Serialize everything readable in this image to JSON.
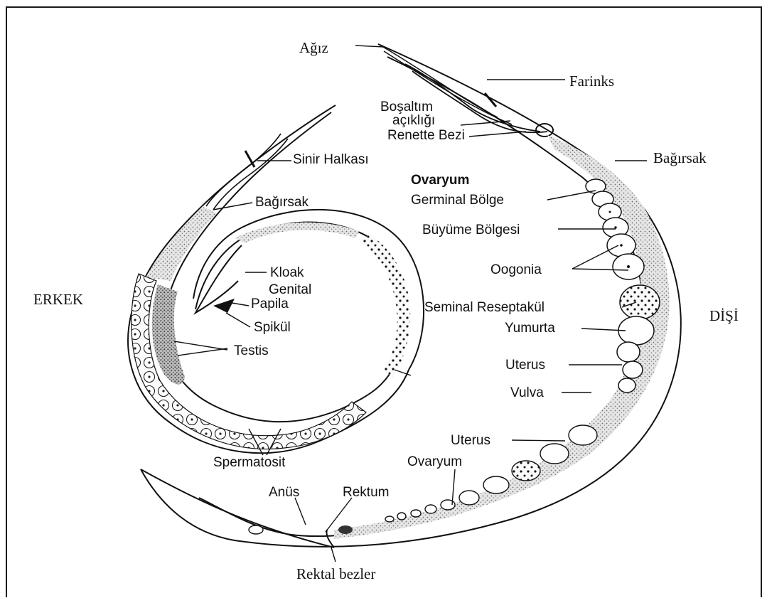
{
  "side_labels": {
    "male": "ERKEK",
    "female": "DİŞİ"
  },
  "female_labels": {
    "mouth": "Ağız",
    "pharynx": "Farinks",
    "excretory_pore_1": "Boşaltım",
    "excretory_pore_2": "açıklığı",
    "renette_gland": "Renette Bezi",
    "intestine": "Bağırsak",
    "ovary_header": "Ovaryum",
    "germinal_zone": "Germinal Bölge",
    "growth_zone": "Büyüme Bölgesi",
    "oogonia": "Oogonia",
    "seminal_receptacle": "Seminal Reseptakül",
    "egg": "Yumurta",
    "uterus_upper": "Uterus",
    "vulva": "Vulva",
    "uterus_lower": "Uterus",
    "ovary_lower": "Ovaryum",
    "rectum": "Rektum",
    "anus": "Anüs",
    "rectal_glands": "Rektal bezler"
  },
  "male_labels": {
    "nerve_ring": "Sinir Halkası",
    "intestine": "Bağırsak",
    "cloaca": "Kloak",
    "genital_papilla_1": "Genital",
    "genital_papilla_2": "Papila",
    "spicule": "Spikül",
    "testis": "Testis",
    "spermatocyte": "Spermatosit"
  },
  "colors": {
    "ink": "#111111",
    "stipple": "#bdbdbd",
    "dark_stipple": "#7a7a7a",
    "frame": "#1a1a1a"
  }
}
